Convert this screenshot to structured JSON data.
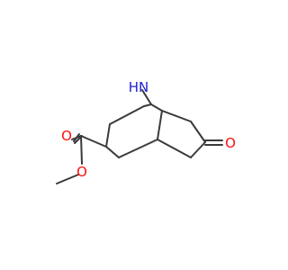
{
  "molecule": {
    "atoms": {
      "nitrogen": {
        "label": "N",
        "hydrogen": "H",
        "color": "#1f1fd6"
      },
      "ketone_oxygen": {
        "label": "O",
        "color": "#ff0d0d"
      },
      "carbonyl_oxygen": {
        "label": "O",
        "color": "#ff0d0d"
      },
      "ether_oxygen": {
        "label": "O",
        "color": "#ff0d0d"
      }
    },
    "bond_color": "#3a3a3a"
  }
}
